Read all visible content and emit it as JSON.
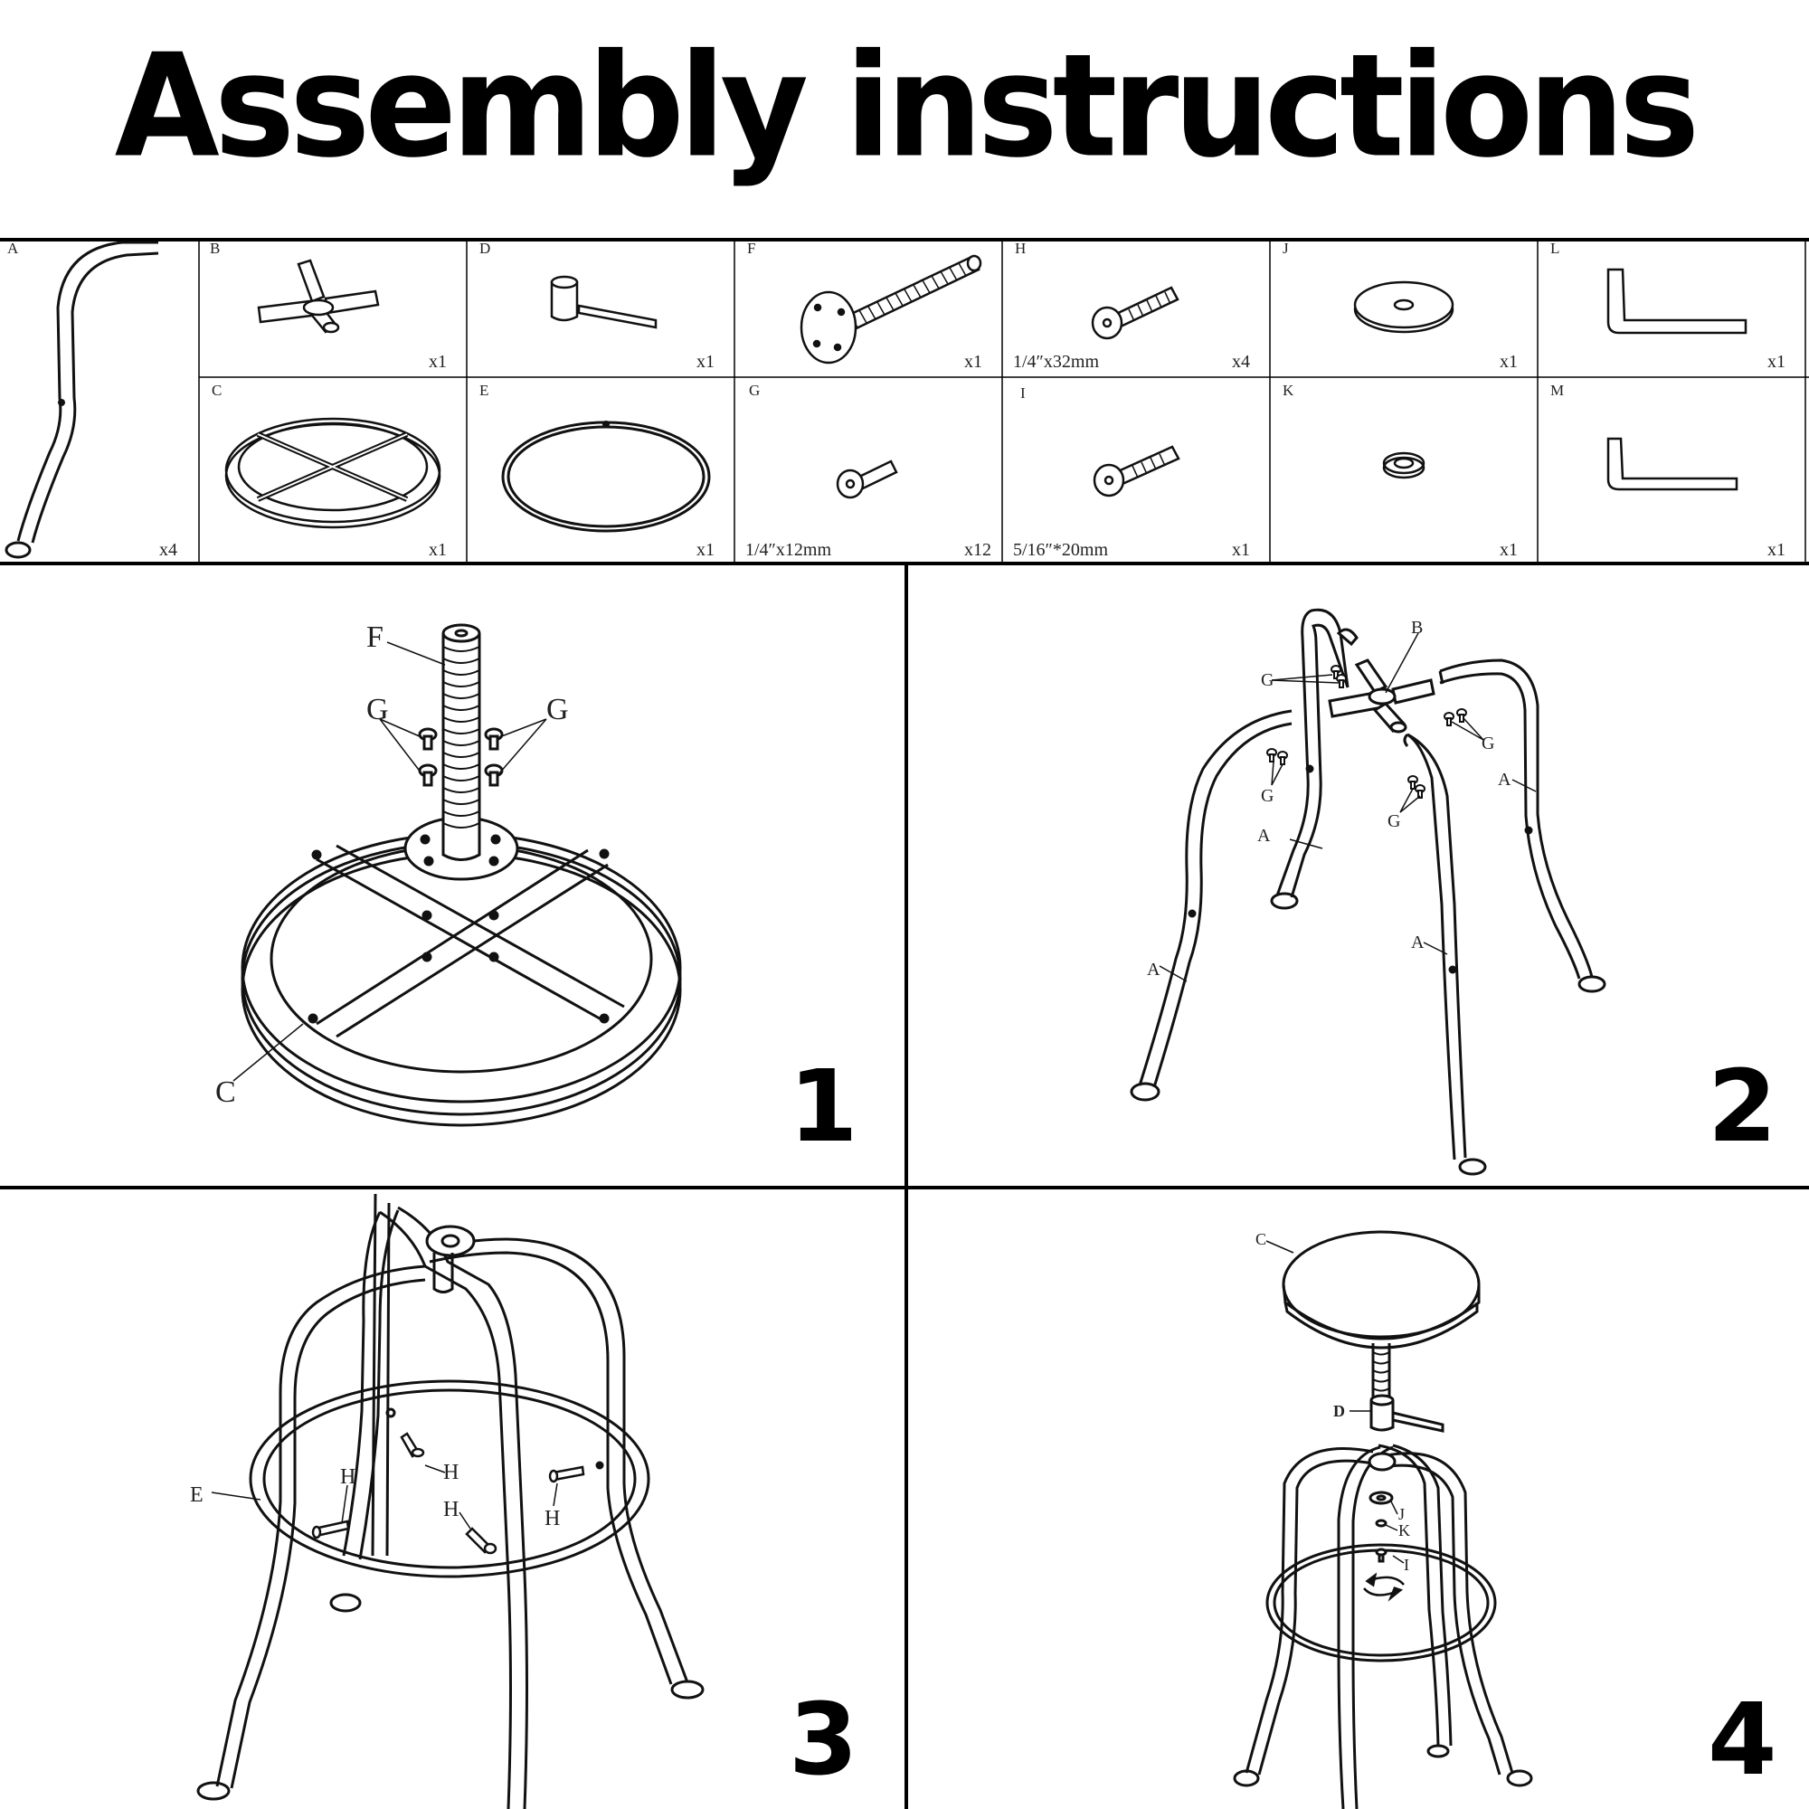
{
  "title": "Assembly instructions",
  "parts": [
    {
      "letter": "A",
      "qty": "x4",
      "spec": ""
    },
    {
      "letter": "B",
      "qty": "x1",
      "spec": ""
    },
    {
      "letter": "C",
      "qty": "x1",
      "spec": ""
    },
    {
      "letter": "D",
      "qty": "x1",
      "spec": ""
    },
    {
      "letter": "E",
      "qty": "x1",
      "spec": ""
    },
    {
      "letter": "F",
      "qty": "x1",
      "spec": ""
    },
    {
      "letter": "G",
      "qty": "x12",
      "spec": "1/4″x12mm"
    },
    {
      "letter": "H",
      "qty": "x4",
      "spec": "1/4″x32mm"
    },
    {
      "letter": "I",
      "qty": "x1",
      "spec": "5/16″*20mm"
    },
    {
      "letter": "J",
      "qty": "x1",
      "spec": ""
    },
    {
      "letter": "K",
      "qty": "x1",
      "spec": ""
    },
    {
      "letter": "L",
      "qty": "x1",
      "spec": ""
    },
    {
      "letter": "M",
      "qty": "x1",
      "spec": ""
    }
  ],
  "steps": [
    {
      "number": "1",
      "labels": [
        "F",
        "G",
        "G",
        "C"
      ]
    },
    {
      "number": "2",
      "labels": [
        "B",
        "G",
        "G",
        "G",
        "G",
        "A",
        "A",
        "A",
        "A"
      ]
    },
    {
      "number": "3",
      "labels": [
        "E",
        "H",
        "H",
        "H",
        "H"
      ]
    },
    {
      "number": "4",
      "labels": [
        "C",
        "D",
        "J",
        "K",
        "I"
      ]
    }
  ]
}
